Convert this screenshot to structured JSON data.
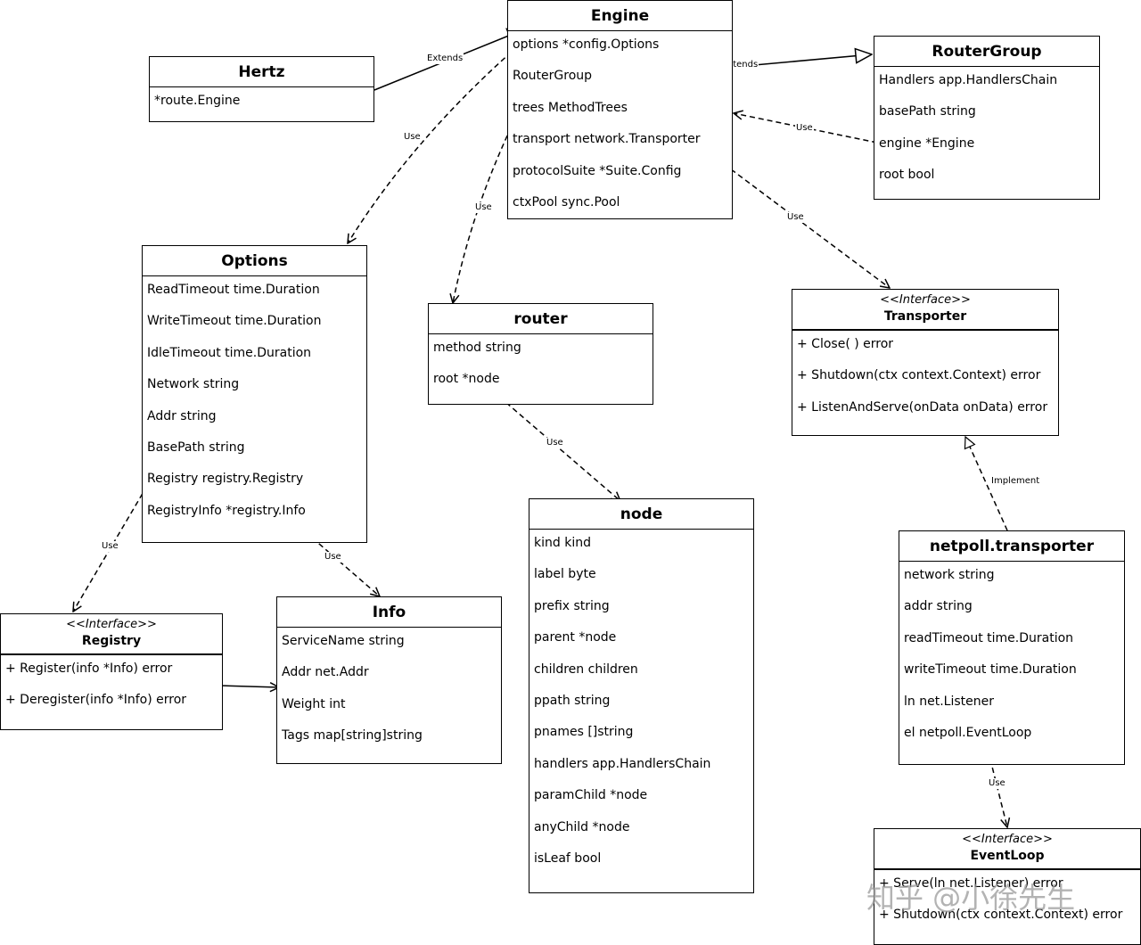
{
  "classes": {
    "engine": {
      "title": "Engine",
      "fields": [
        "options *config.Options",
        "RouterGroup",
        "trees MethodTrees",
        "transport network.Transporter",
        "protocolSuite *Suite.Config",
        "ctxPool sync.Pool"
      ]
    },
    "hertz": {
      "title": "Hertz",
      "fields": [
        "*route.Engine"
      ]
    },
    "routergroup": {
      "title": "RouterGroup",
      "fields": [
        "Handlers app.HandlersChain",
        "basePath string",
        "engine *Engine",
        "root bool"
      ]
    },
    "options": {
      "title": "Options",
      "fields": [
        "ReadTimeout time.Duration",
        "WriteTimeout time.Duration",
        "IdleTimeout time.Duration",
        "Network string",
        "Addr string",
        "BasePath string",
        "Registry registry.Registry",
        "RegistryInfo *registry.Info"
      ]
    },
    "router": {
      "title": "router",
      "fields": [
        "method string",
        "root *node"
      ]
    },
    "transporter": {
      "stereotype": "<<Interface>>",
      "title": "Transporter",
      "fields": [
        "+ Close( ) error",
        "+ Shutdown(ctx context.Context) error",
        "+ ListenAndServe(onData onData) error"
      ]
    },
    "node": {
      "title": "node",
      "fields": [
        "kind kind",
        "label byte",
        "prefix string",
        "parent *node",
        "children children",
        "ppath string",
        "pnames []string",
        "handlers app.HandlersChain",
        "paramChild *node",
        "anyChild *node",
        "isLeaf bool"
      ]
    },
    "netpoll": {
      "title": "netpoll.transporter",
      "fields": [
        "network string",
        "addr string",
        "readTimeout time.Duration",
        "writeTimeout time.Duration",
        "ln net.Listener",
        "el netpoll.EventLoop"
      ]
    },
    "registry": {
      "stereotype": "<<Interface>>",
      "title": "Registry",
      "fields": [
        "+ Register(info *Info) error",
        "+ Deregister(info *Info) error"
      ]
    },
    "info": {
      "title": "Info",
      "fields": [
        "ServiceName string",
        "Addr net.Addr",
        "Weight int",
        "Tags map[string]string"
      ]
    },
    "eventloop": {
      "stereotype": "<<Interface>>",
      "title": "EventLoop",
      "fields": [
        "+ Serve(ln net.Listener) error",
        "+ Shutdown(ctx context.Context) error"
      ]
    }
  },
  "edge_labels": {
    "hertz_engine": "Extends",
    "engine_routergroup": "Extends",
    "routergroup_engine": "Use",
    "engine_options": "Use",
    "engine_router": "Use",
    "engine_transporter": "Use",
    "router_node": "Use",
    "netpoll_transporter": "Implement",
    "options_registry": "Use",
    "options_info": "Use",
    "netpoll_eventloop": "Use"
  },
  "watermark": "知乎 @小徐先生"
}
